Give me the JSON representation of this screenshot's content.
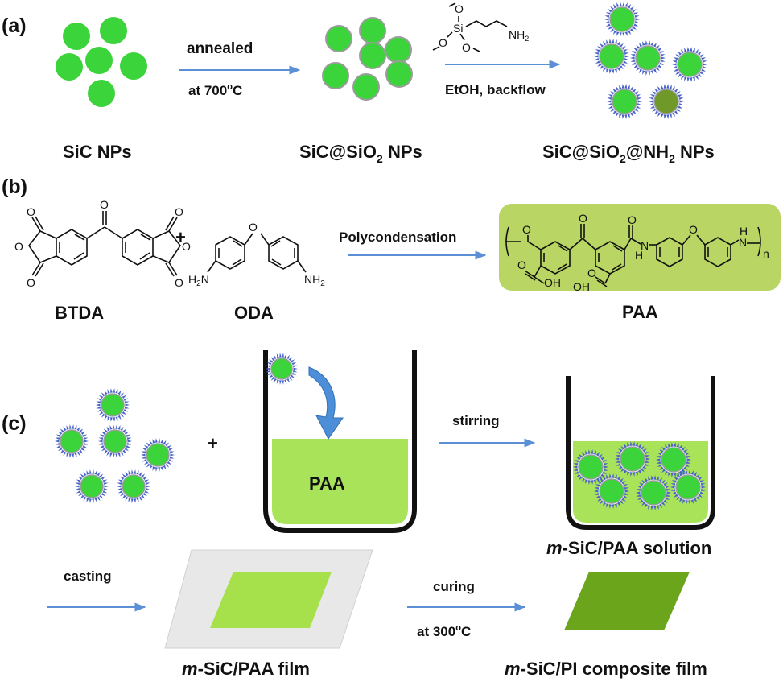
{
  "panel_labels": {
    "a": "(a)",
    "b": "(b)",
    "c": "(c)"
  },
  "panel_a": {
    "step1_top": "annealed",
    "step1_bottom_prefix": "at 700",
    "step1_bottom_sup": "o",
    "step1_bottom_suffix": "C",
    "step2_bottom": "EtOH, backflow",
    "silane": {
      "atom_o1": "O",
      "atom_si": "Si",
      "atom_o2": "O",
      "atom_o3": "O",
      "atom_nh2": "NH",
      "atom_nh2_sub": "2"
    },
    "label_sic": "SiC NPs",
    "label_sio2_prefix": "SiC@SiO",
    "label_sio2_sub": "2",
    "label_sio2_suffix": " NPs",
    "label_nh2_p1": "SiC@SiO",
    "label_nh2_sub1": "2",
    "label_nh2_p2": "@NH",
    "label_nh2_sub2": "2",
    "label_nh2_p3": " NPs"
  },
  "panel_b": {
    "btda": "BTDA",
    "plus": "+",
    "oda": "ODA",
    "arrow_label": "Polycondensation",
    "paa": "PAA",
    "atoms": {
      "o": "O",
      "h2n": "H",
      "h2n_sub": "2",
      "h2n_n": "N",
      "nh2_n": "NH",
      "nh2_sub": "2",
      "oh": "OH",
      "n_letter": "N",
      "h_letter": "H",
      "repeat_n": "n"
    }
  },
  "panel_c": {
    "plus": "+",
    "beaker_label": "PAA",
    "stirring": "stirring",
    "solution_italic": "m",
    "solution_rest": "-SiC/PAA  solution",
    "casting": "casting",
    "curing": "curing",
    "curing_temp_prefix": "at 300",
    "curing_temp_sup": "o",
    "curing_temp_suffix": "C",
    "film1_italic": "m",
    "film1_rest": "-SiC/PAA film",
    "film2_italic": "m",
    "film2_rest": "-SiC/PI composite film"
  },
  "colors": {
    "particle_green": "#3bd43b",
    "particle_core_dark": "#6f9a2a",
    "shell_gray": "#9c9c9c",
    "spike_blue": "#4a63c9",
    "arrow_blue": "#5b8fd6",
    "paa_box": "#b9d563",
    "solution_green": "#a8e35a",
    "film_light": "#a6e04a",
    "film_dark": "#6aa51c",
    "substrate_gray": "#e8e8e8"
  }
}
